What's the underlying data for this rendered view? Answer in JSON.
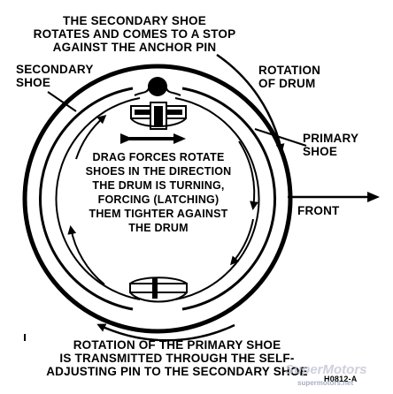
{
  "diagram": {
    "labels": {
      "top_note": "THE SECONDARY SHOE\nROTATES AND COMES TO A STOP\nAGAINST THE ANCHOR PIN",
      "secondary_shoe": "SECONDARY\nSHOE",
      "rotation_of_drum": "ROTATION\nOF DRUM",
      "primary_shoe": "PRIMARY\nSHOE",
      "front": "FRONT",
      "center_note": "DRAG FORCES ROTATE\nSHOES IN THE DIRECTION\nTHE DRUM IS TURNING,\nFORCING (LATCHING)\nTHEM TIGHTER AGAINST\nTHE DRUM",
      "bottom_note": "ROTATION OF THE PRIMARY SHOE\nIS TRANSMITTED THROUGH THE SELF-\nADJUSTING PIN TO THE SECONDARY SHOE",
      "figure_code": "H0812-A"
    },
    "watermark": {
      "logo": "SuperMotors",
      "url": "supermotors.net"
    },
    "colors": {
      "ink": "#000000",
      "background": "#ffffff"
    }
  }
}
